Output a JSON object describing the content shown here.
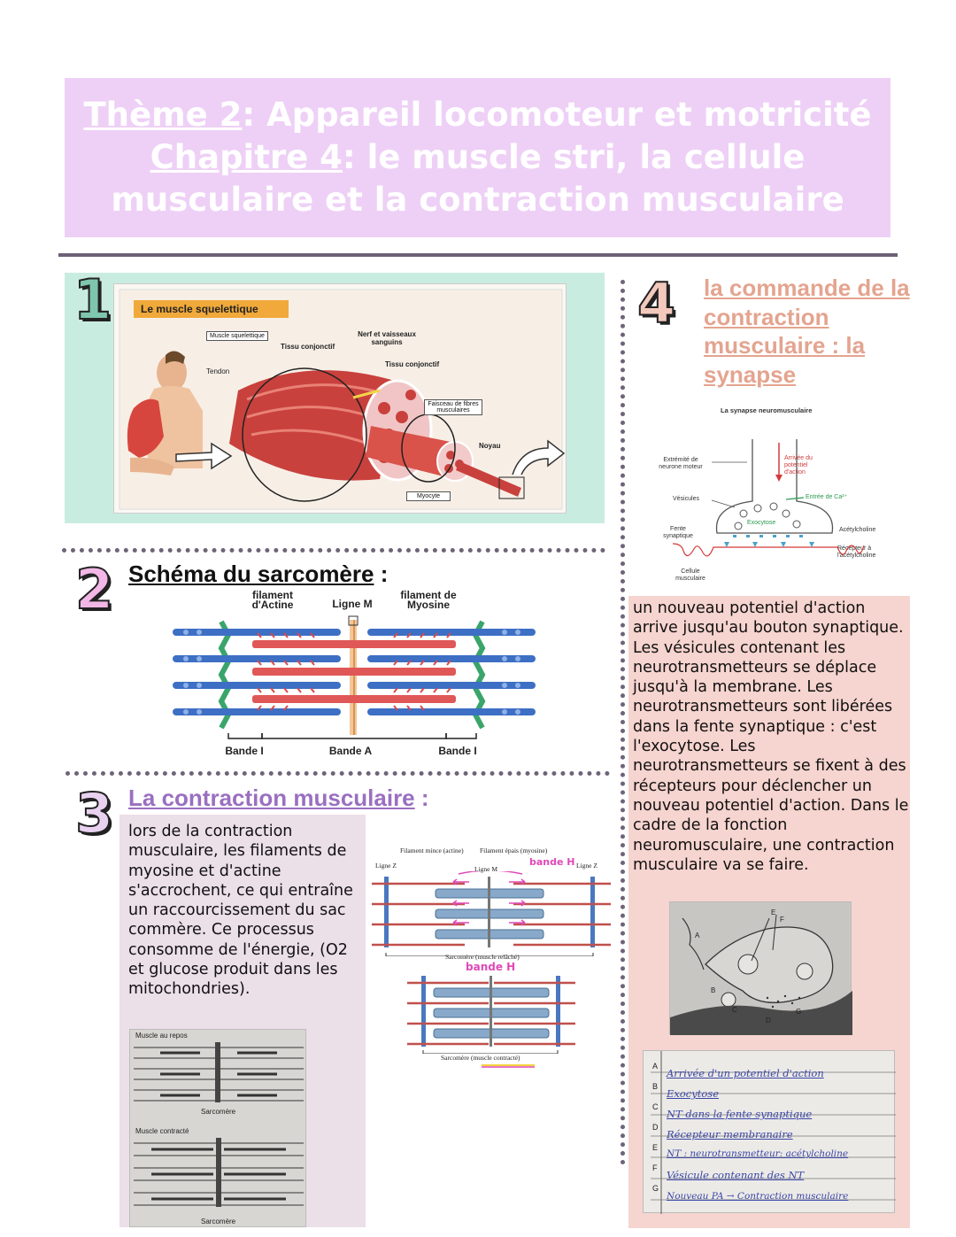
{
  "header": {
    "theme_label": "Thème 2",
    "theme_rest": ": Appareil locomoteur et motricité",
    "chapter_label": "Chapitre 4",
    "chapter_rest": ": le muscle stri, la cellule",
    "line3": "musculaire et la contraction musculaire"
  },
  "section1": {
    "number": "1",
    "figure": {
      "title": "Le muscle squelettique",
      "labels": {
        "muscle": "Muscle squelettique",
        "tendon": "Tendon",
        "tissu1": "Tissu conjonctif",
        "nerf": "Nerf et vaisseaux sanguins",
        "tissu2": "Tissu conjonctif",
        "faisceau": "Faisceau de fibres musculaires",
        "noyau": "Noyau",
        "myocyte": "Myocyte"
      }
    }
  },
  "section2": {
    "number": "2",
    "title": "Schéma du sarcomère",
    "colon": " :",
    "labels": {
      "actine": "filament d'Actine",
      "ligne_m": "Ligne M",
      "myosine": "filament de Myosine",
      "bande_i_left": "Bande I",
      "bande_a": "Bande A",
      "bande_i_right": "Bande I"
    }
  },
  "section3": {
    "number": "3",
    "title": "La contraction musculaire",
    "colon": " :",
    "text": "lors de la contraction musculaire, les filaments de myosine et d'actine s'accrochent, ce qui entraîne un raccourcissement du sac commère. Ce processus consomme de l'énergie, (O2 et glucose produit dans les mitochondries).",
    "figure": {
      "filament_mince": "Filament mince (actine)",
      "filament_epais": "Filament épais (myosine)",
      "ligne_m": "Ligne M",
      "ligne_z_left": "Ligne Z",
      "ligne_z_right": "Ligne Z",
      "bande_h_1": "bande H",
      "caption_relaxed": "Sarcomère (muscle relâché)",
      "bande_h_2": "bande H",
      "caption_contracted": "Sarcomère (muscle contracté)"
    },
    "photo": {
      "repos": "Muscle au repos",
      "sarcomere1": "Sarcomère",
      "contracte": "Muscle contracté",
      "sarcomere2": "Sarcomère"
    }
  },
  "section4": {
    "number": "4",
    "title": "la commande de la contraction musculaire : la synapse",
    "figure": {
      "title": "La synapse neuromusculaire",
      "extremite": "Extrémité de neurone moteur",
      "arrivee": "Arrivée du potentiel d'action",
      "entree": "Entrée de Ca²⁺",
      "vesicules": "Vésicules",
      "exocytose": "Exocytose",
      "fente": "Fente synaptique",
      "acetylcholine": "Acétylcholine",
      "recepteur": "Récepteur à l'acétylcholine",
      "cellule": "Cellule musculaire"
    },
    "text": "un nouveau potentiel d'action arrive jusqu'au bouton synaptique. Les vésicules contenant les neurotransmetteurs se déplace jusqu'à la membrane. Les neurotransmetteurs sont libérées dans la fente synaptique : c'est l'exocytose. Les neurotransmetteurs se fixent à des récepteurs pour déclencher un nouveau potentiel d'action. Dans le cadre de la fonction neuromusculaire, une contraction musculaire va se faire.",
    "photo_letters": [
      "A",
      "B",
      "C",
      "D",
      "E",
      "F",
      "G"
    ],
    "handwritten": [
      "Arrivée d'un potentiel d'action",
      "Exocytose",
      "NT dans la fente synaptique",
      "Récepteur membranaire",
      "NT : neurotransmetteur: acétylcholine",
      "Vésicule contenant des NT",
      "Nouveau PA → Contraction musculaire"
    ]
  },
  "colors": {
    "header_bg": "#eed0f6",
    "s1_bg": "#c9ece1",
    "s3_text_bg": "#ebdfe8",
    "s4_bg": "#f6d4cf",
    "num1": "#7fc6ae",
    "num2": "#f2b7e6",
    "num3": "#e9d2ef",
    "num4": "#f4c9bd",
    "s3_title": "#9a6fc0",
    "s4_title": "#e4a48f"
  }
}
